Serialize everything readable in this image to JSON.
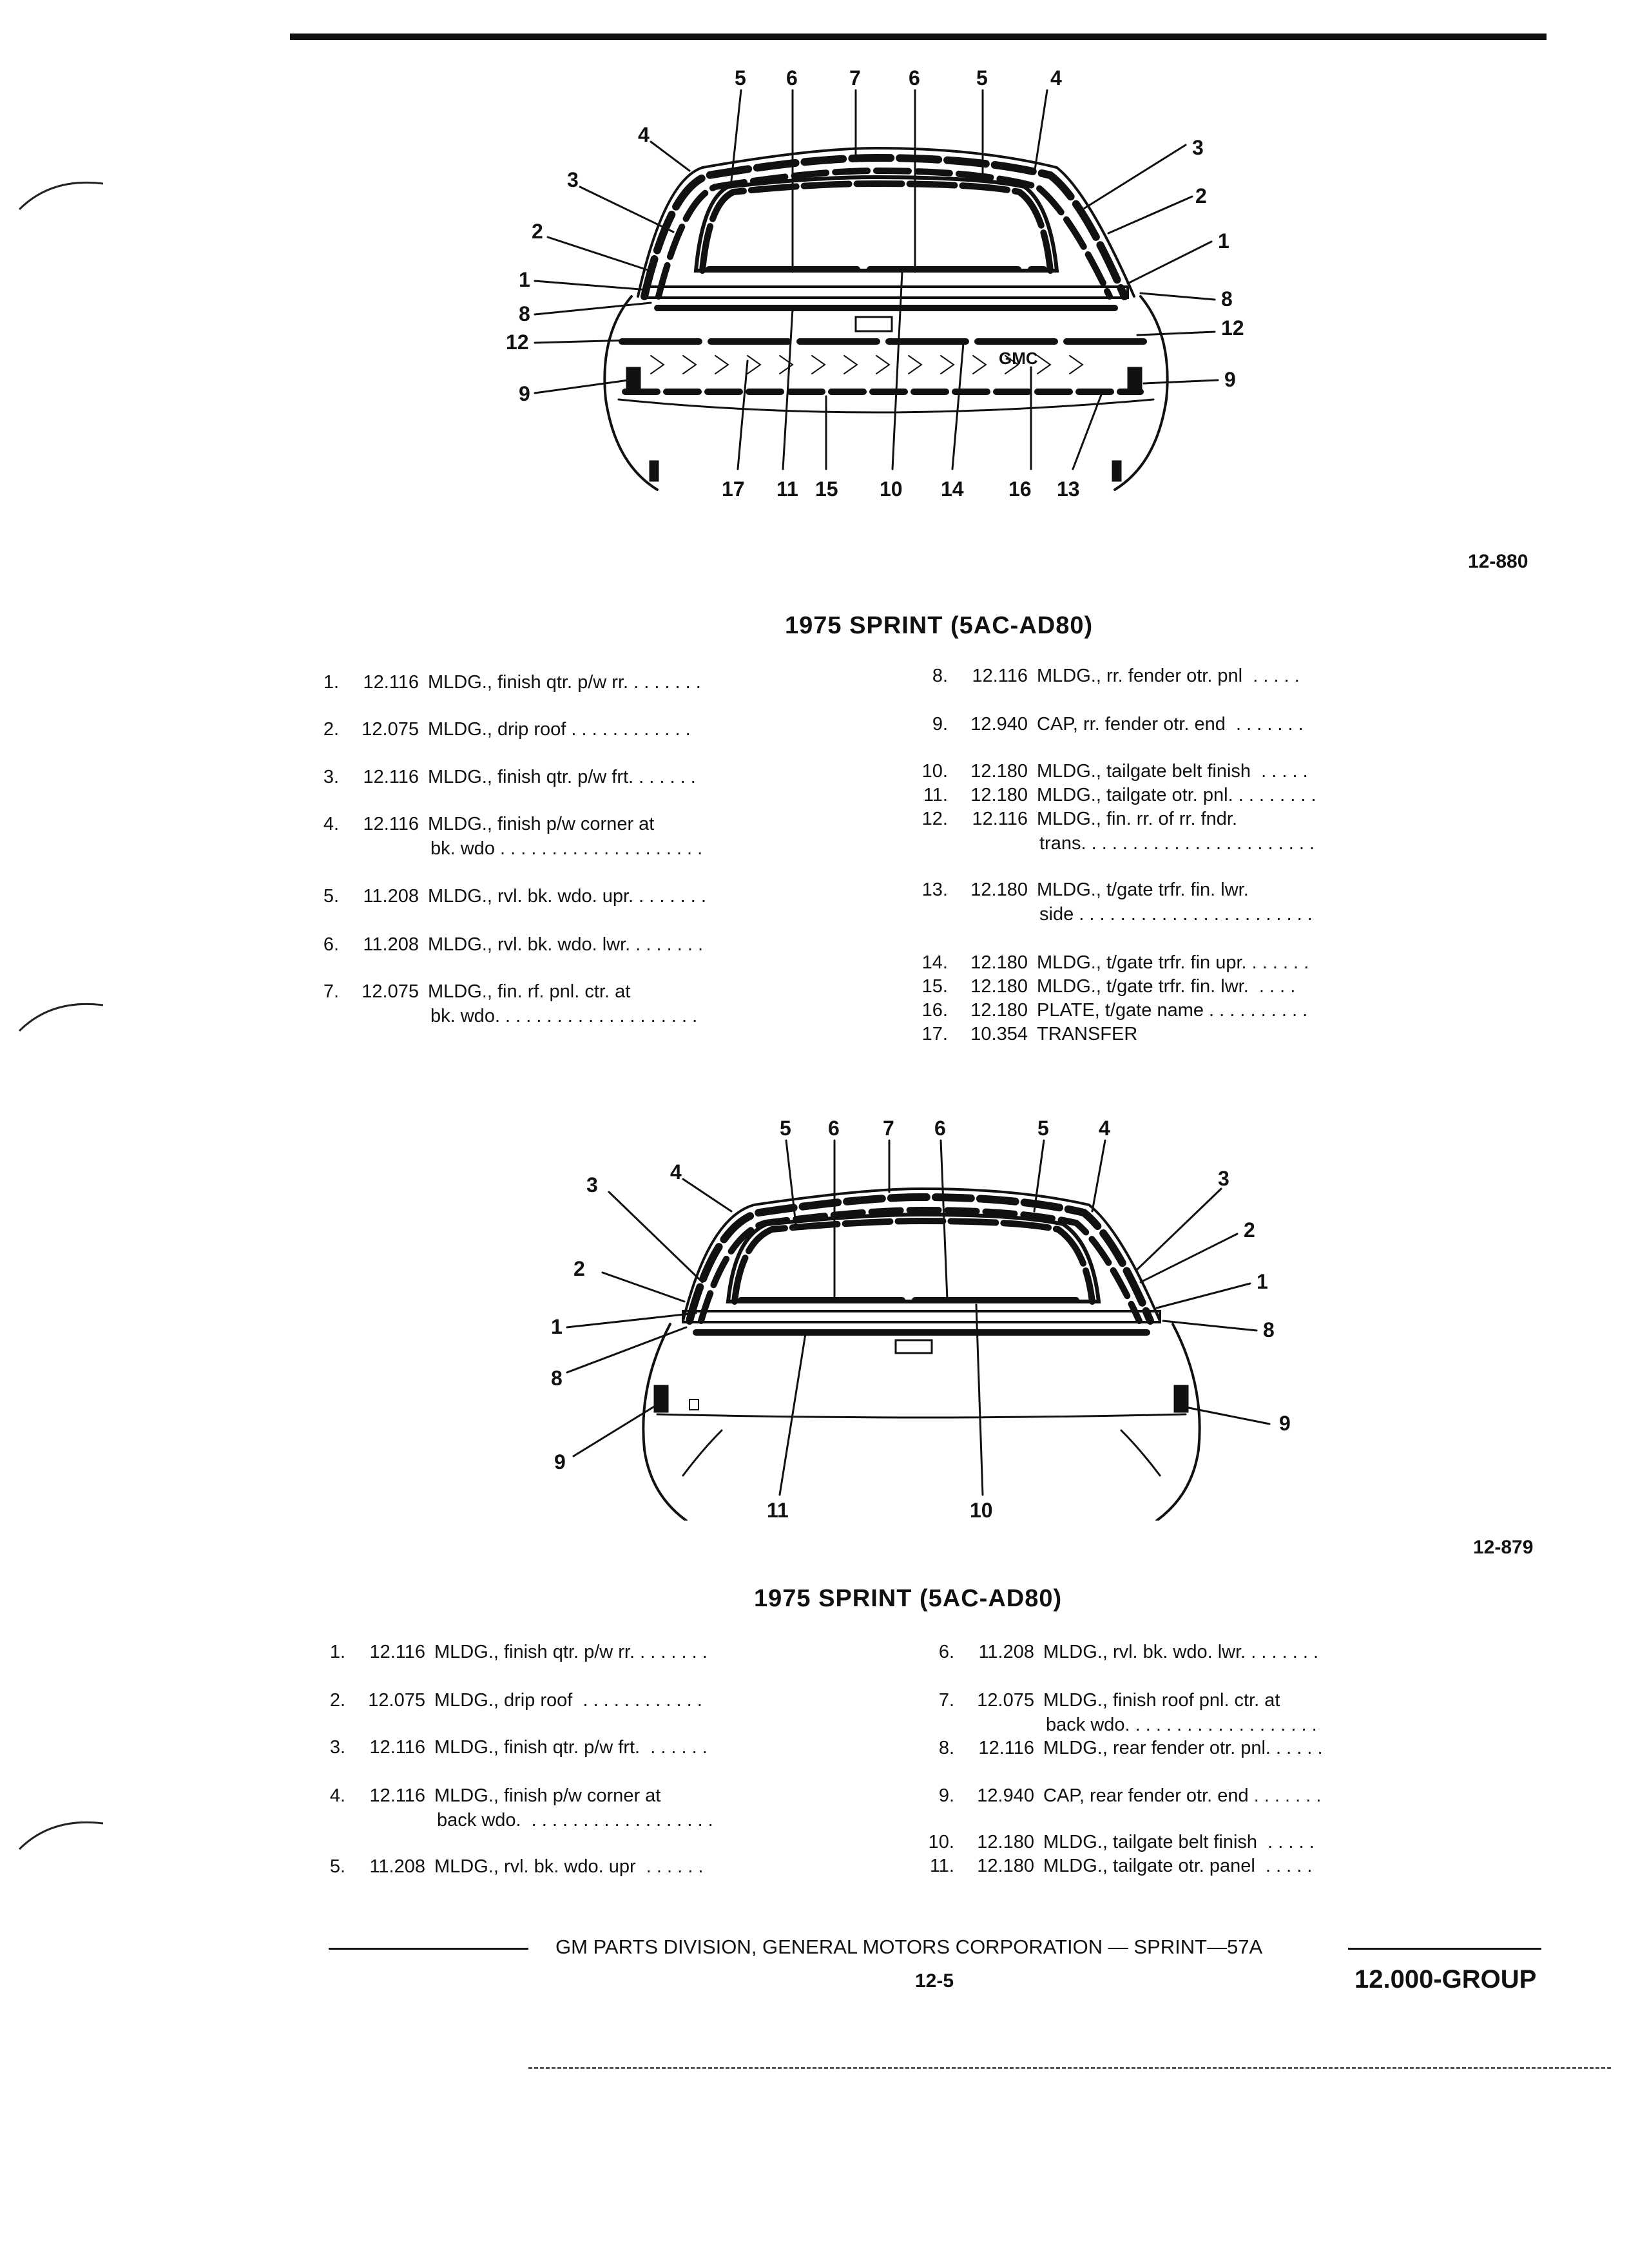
{
  "figures": [
    {
      "code": "12-880",
      "title": "1975 SPRINT (5AC-AD80)",
      "callouts": {
        "top": [
          "5",
          "6",
          "7",
          "6",
          "5",
          "4"
        ],
        "left": [
          "4",
          "3",
          "2",
          "1",
          "8",
          "12",
          "9"
        ],
        "right": [
          "3",
          "2",
          "1",
          "8",
          "12",
          "9"
        ],
        "bottom": [
          "17",
          "11",
          "15",
          "10",
          "14",
          "16",
          "13"
        ]
      },
      "emblem": "GMC",
      "items_left": [
        {
          "num": "1.",
          "code": "12.116",
          "desc": "MLDG., finish qtr. p/w rr. . . . . . . ."
        },
        {
          "num": "2.",
          "code": "12.075",
          "desc": "MLDG., drip roof . . . . . . . . . . . ."
        },
        {
          "num": "3.",
          "code": "12.116",
          "desc": "MLDG., finish qtr. p/w frt. . . . . . ."
        },
        {
          "num": "4.",
          "code": "12.116",
          "desc": "MLDG., finish p/w corner at",
          "cont": "bk. wdo . . . . . . . . . . . . . . . . . . . ."
        },
        {
          "num": "5.",
          "code": "11.208",
          "desc": "MLDG., rvl. bk. wdo. upr. . . . . . . ."
        },
        {
          "num": "6.",
          "code": "11.208",
          "desc": "MLDG., rvl. bk. wdo. lwr. . . . . . . ."
        },
        {
          "num": "7.",
          "code": "12.075",
          "desc": "MLDG., fin. rf. pnl. ctr. at",
          "cont": "bk. wdo. . . . . . . . . . . . . . . . . . . ."
        }
      ],
      "items_right": [
        {
          "num": "8.",
          "code": "12.116",
          "desc": "MLDG., rr. fender otr. pnl  . . . . ."
        },
        {
          "num": "9.",
          "code": "12.940",
          "desc": "CAP, rr. fender otr. end  . . . . . . ."
        },
        {
          "num": "10.",
          "code": "12.180",
          "desc": "MLDG., tailgate belt finish  . . . . ."
        },
        {
          "num": "11.",
          "code": "12.180",
          "desc": "MLDG., tailgate otr. pnl. . . . . . . . ."
        },
        {
          "num": "12.",
          "code": "12.116",
          "desc": "MLDG., fin. rr. of rr. fndr.",
          "cont": "trans. . . . . . . . . . . . . . . . . . . . . . ."
        },
        {
          "num": "13.",
          "code": "12.180",
          "desc": "MLDG., t/gate trfr. fin. lwr.",
          "cont": "side . . . . . . . . . . . . . . . . . . . . . . ."
        },
        {
          "num": "14.",
          "code": "12.180",
          "desc": "MLDG., t/gate trfr. fin upr. . . . . . ."
        },
        {
          "num": "15.",
          "code": "12.180",
          "desc": "MLDG., t/gate trfr. fin. lwr.  . . . ."
        },
        {
          "num": "16.",
          "code": "12.180",
          "desc": "PLATE, t/gate name . . . . . . . . . ."
        },
        {
          "num": "17.",
          "code": "10.354",
          "desc": "TRANSFER"
        }
      ]
    },
    {
      "code": "12-879",
      "title": "1975 SPRINT (5AC-AD80)",
      "callouts": {
        "top": [
          "5",
          "6",
          "7",
          "6",
          "5",
          "4"
        ],
        "left": [
          "3",
          "4",
          "2",
          "1",
          "8",
          "9"
        ],
        "right": [
          "3",
          "2",
          "1",
          "8",
          "9"
        ],
        "bottom": [
          "11",
          "10"
        ]
      },
      "items_left": [
        {
          "num": "1.",
          "code": "12.116",
          "desc": "MLDG., finish qtr. p/w rr. . . . . . . ."
        },
        {
          "num": "2.",
          "code": "12.075",
          "desc": "MLDG., drip roof  . . . . . . . . . . . ."
        },
        {
          "num": "3.",
          "code": "12.116",
          "desc": "MLDG., finish qtr. p/w frt.  . . . . . ."
        },
        {
          "num": "4.",
          "code": "12.116",
          "desc": "MLDG., finish p/w corner at",
          "cont": "back wdo.  . . . . . . . . . . . . . . . . . ."
        },
        {
          "num": "5.",
          "code": "11.208",
          "desc": "MLDG., rvl. bk. wdo. upr  . . . . . ."
        }
      ],
      "items_right": [
        {
          "num": "6.",
          "code": "11.208",
          "desc": "MLDG., rvl. bk. wdo. lwr. . . . . . . ."
        },
        {
          "num": "7.",
          "code": "12.075",
          "desc": "MLDG., finish roof pnl. ctr. at",
          "cont": "back wdo. . . . . . . . . . . . . . . . . . ."
        },
        {
          "num": "8.",
          "code": "12.116",
          "desc": "MLDG., rear fender otr. pnl. . . . . ."
        },
        {
          "num": "9.",
          "code": "12.940",
          "desc": "CAP, rear fender otr. end . . . . . . ."
        },
        {
          "num": "10.",
          "code": "12.180",
          "desc": "MLDG., tailgate belt finish  . . . . ."
        },
        {
          "num": "11.",
          "code": "12.180",
          "desc": "MLDG., tailgate otr. panel  . . . . ."
        }
      ]
    }
  ],
  "footer": {
    "text": "GM PARTS DIVISION, GENERAL MOTORS CORPORATION — SPRINT—57A",
    "page": "12-5",
    "group": "12.000-GROUP"
  }
}
